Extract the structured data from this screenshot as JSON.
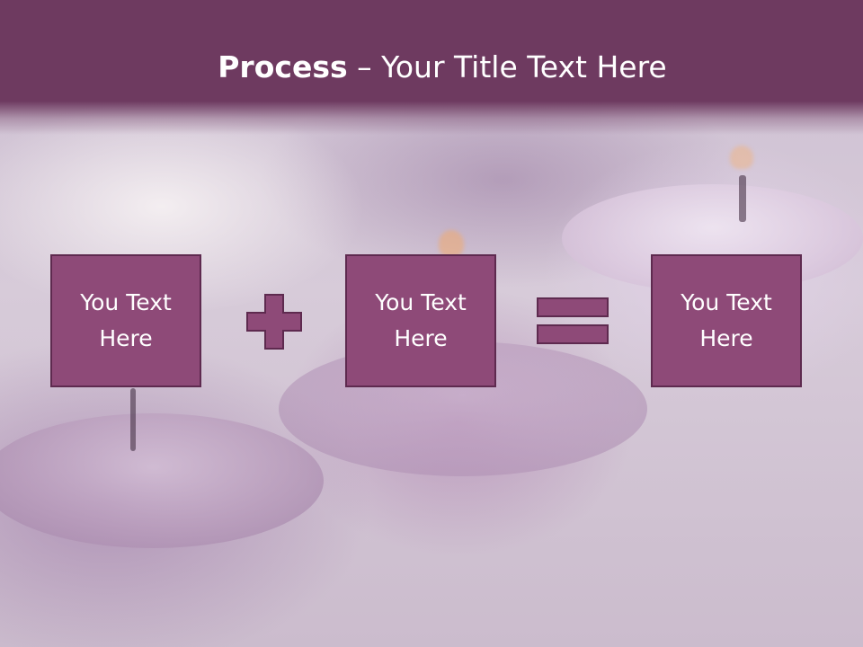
{
  "slide": {
    "title_bold": "Process",
    "title_rest": " – Your Title Text Here"
  },
  "process": {
    "boxes": [
      {
        "label": "You Text Here"
      },
      {
        "label": "You Text Here"
      },
      {
        "label": "You Text Here"
      }
    ],
    "operators": [
      "plus-icon",
      "equals-icon"
    ]
  },
  "colors": {
    "header": "#6e3a60",
    "box_fill": "#8e4a78",
    "box_border": "#5e2a4f",
    "text": "#ffffff"
  }
}
